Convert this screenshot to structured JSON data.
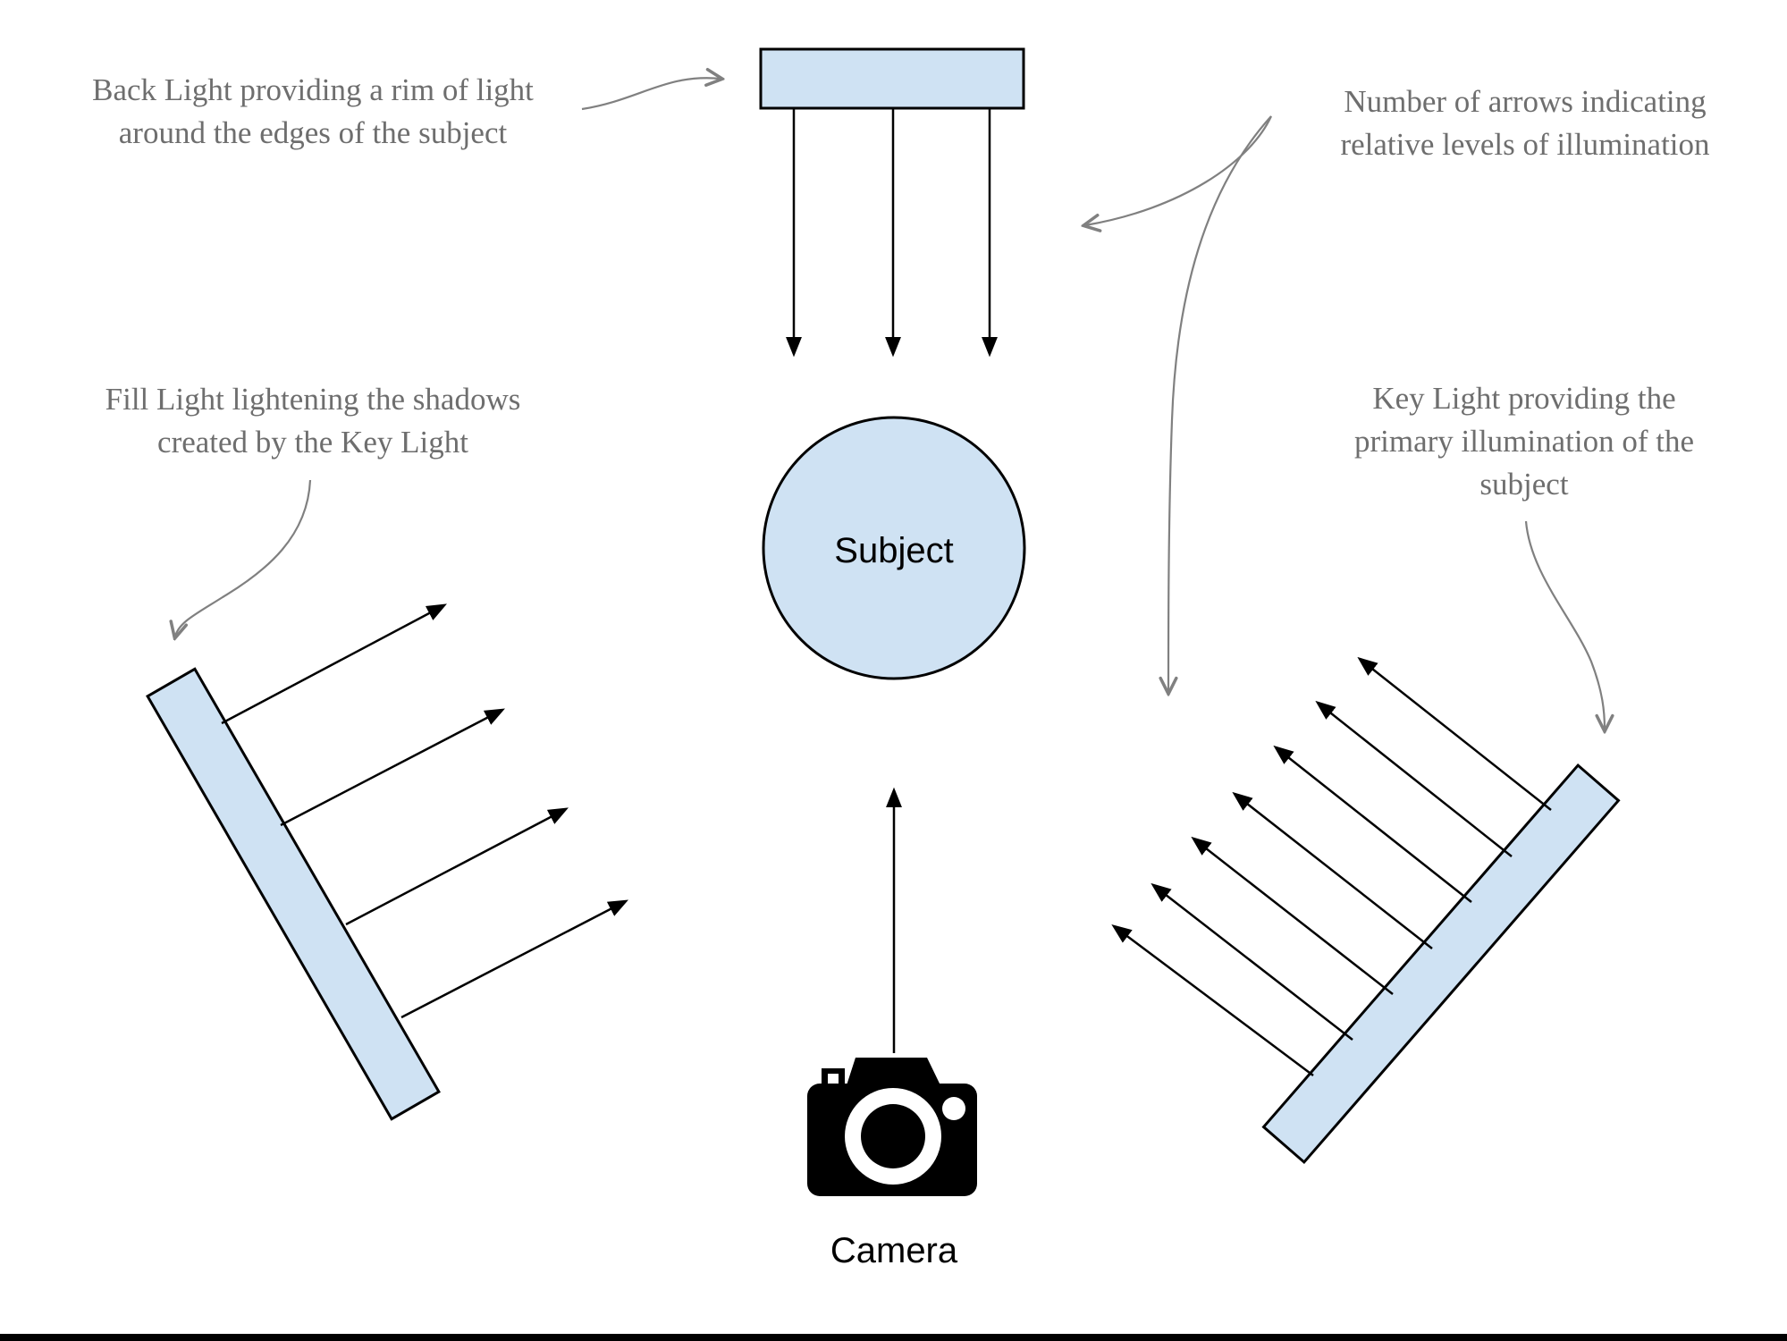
{
  "diagram": {
    "subject_label": "Subject",
    "camera_label": "Camera"
  },
  "labels": {
    "back_light": {
      "line1": "Back Light providing a rim of light",
      "line2": "around the edges of the subject"
    },
    "arrow_count_note": {
      "line1": "Number of arrows indicating",
      "line2": "relative levels of illumination"
    },
    "fill_light": {
      "line1": "Fill Light lightening the shadows",
      "line2": "created by the Key Light"
    },
    "key_light": {
      "line1": "Key Light providing the",
      "line2": "primary illumination of the",
      "line3": "subject"
    }
  },
  "lights": {
    "back_light_ray_count": 3,
    "fill_light_ray_count": 4,
    "key_light_ray_count": 7
  },
  "icons": {
    "camera": "camera-icon"
  },
  "colors": {
    "light_panel_fill": "#cfe2f3",
    "outline": "#000000",
    "annotation_gray": "#808080",
    "label_gray": "#6e6e6e"
  }
}
